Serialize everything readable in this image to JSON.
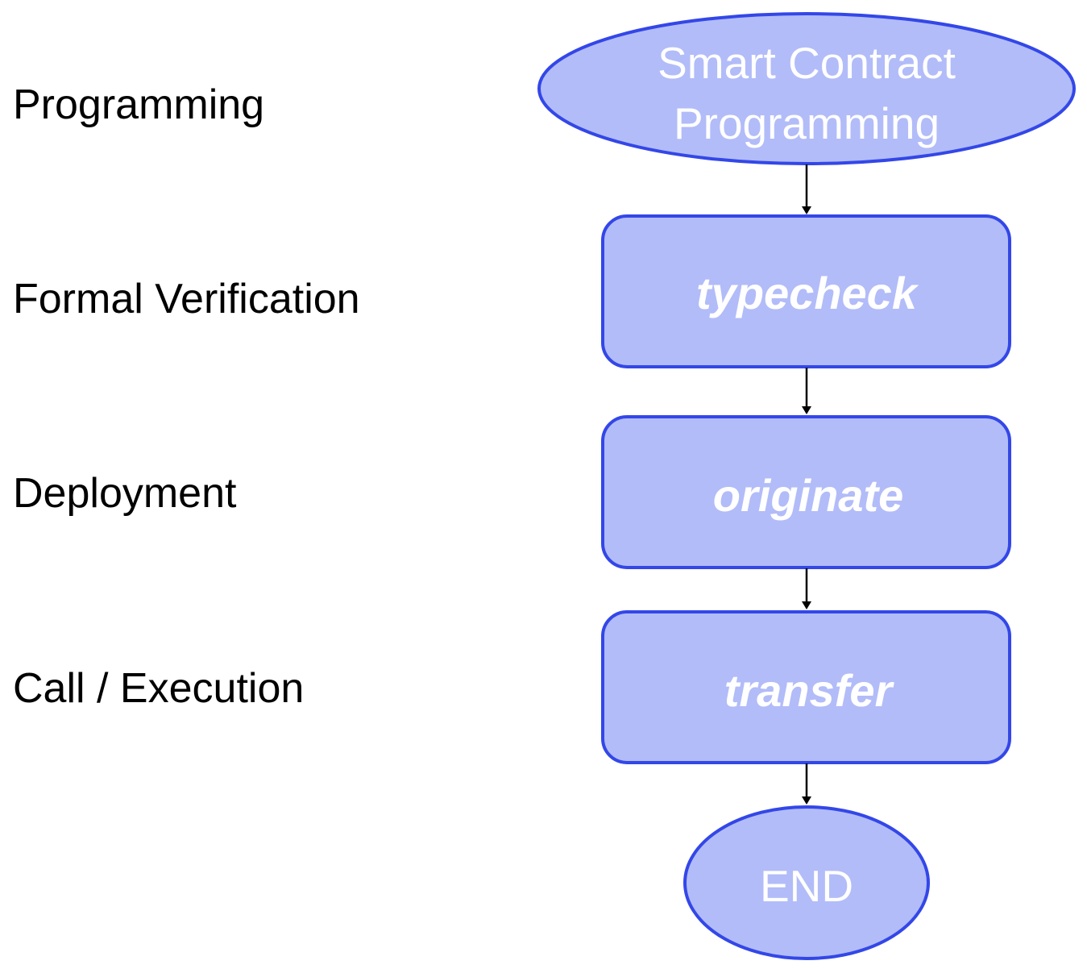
{
  "stages": [
    {
      "label": "Programming"
    },
    {
      "label": "Formal Verification"
    },
    {
      "label": "Deployment"
    },
    {
      "label": "Call / Execution"
    }
  ],
  "nodes": {
    "start": {
      "line1": "Smart Contract",
      "line2": "Programming"
    },
    "typecheck": {
      "label": "typecheck"
    },
    "originate": {
      "label": "originate"
    },
    "transfer": {
      "label": "transfer"
    },
    "end": {
      "label": "END"
    }
  },
  "colors": {
    "node_fill": "#b2bcf8",
    "node_stroke": "#3347e8",
    "node_text": "#ffffff",
    "arrow": "#000000"
  }
}
